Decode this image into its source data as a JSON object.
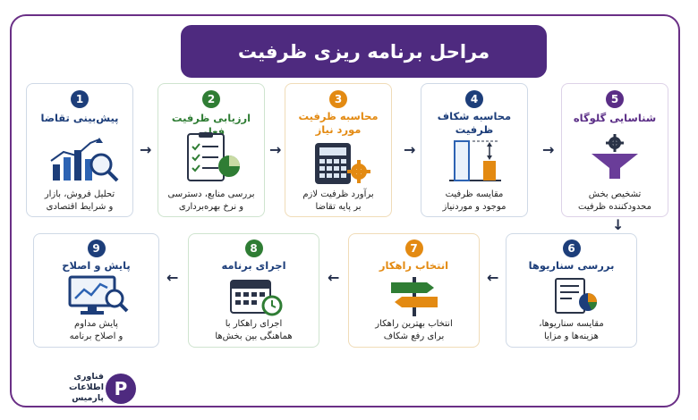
{
  "title": "مراحل برنامه ریزی ظرفیت",
  "steps": [
    {
      "number": "1",
      "title": "پیش‌بینی تقاضا",
      "desc": "تحلیل فروش، بازار\nو شرایط اقتصادی",
      "color": "#1d3e7a"
    },
    {
      "number": "2",
      "title": "ارزیابی ظرفیت فعلی",
      "desc": "بررسی منابع، دسترسی\nو نرخ بهره‌برداری",
      "color": "#2f7d34"
    },
    {
      "number": "3",
      "title": "محاسبه ظرفیت\nمورد نیاز",
      "desc": "برآورد ظرفیت لازم\nبر پایه تقاضا",
      "color": "#e38a12"
    },
    {
      "number": "4",
      "title": "محاسبه شکاف\nظرفیت",
      "desc": "مقایسه ظرفیت\nموجود و موردنیاز",
      "color": "#1d3e7a"
    },
    {
      "number": "5",
      "title": "شناسایی گلوگاه",
      "desc": "تشخیص بخش\nمحدودکننده ظرفیت",
      "color": "#5a2d86"
    },
    {
      "number": "6",
      "title": "بررسی سناریوها",
      "desc": "مقایسه سناریوها،\nهزینه‌ها و مزایا",
      "color": "#1d3e7a"
    },
    {
      "number": "7",
      "title": "انتخاب راهکار",
      "desc": "انتخاب بهترین راهکار\nبرای رفع شکاف",
      "color": "#e38a12"
    },
    {
      "number": "8",
      "title": "اجرای برنامه",
      "desc": "اجرای راهکار با\nهماهنگی بین بخش‌ها",
      "color": "#2f7d34"
    },
    {
      "number": "9",
      "title": "پایش و اصلاح",
      "desc": "پایش مداوم\nو اصلاح برنامه",
      "color": "#1d3e7a"
    }
  ],
  "logo": {
    "text": "فناوری\nاطلاعات\nپارمیس",
    "mark": "P"
  }
}
